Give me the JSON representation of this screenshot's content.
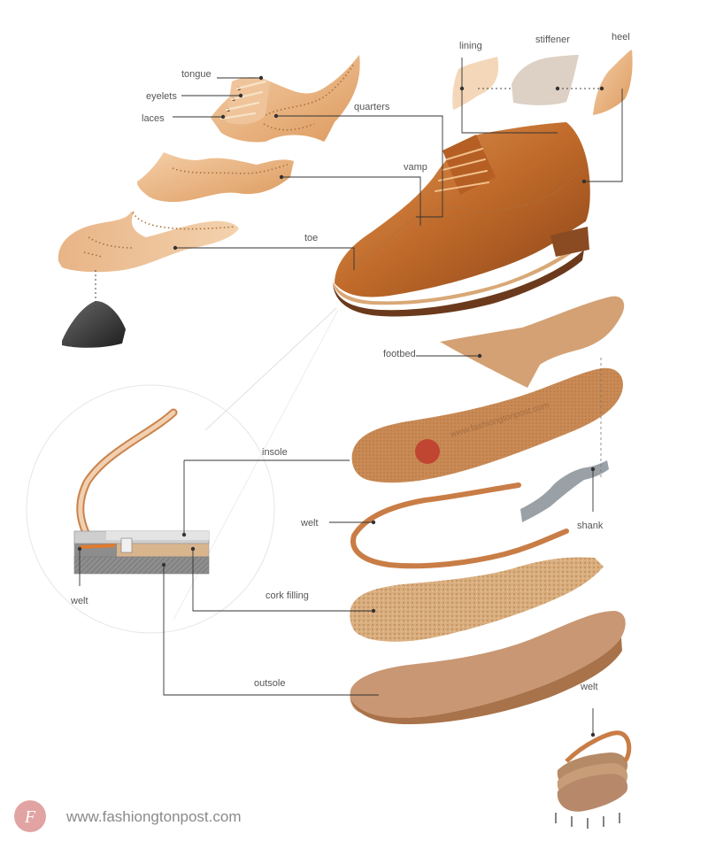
{
  "labels": {
    "tongue": "tongue",
    "eyelets": "eyelets",
    "laces": "laces",
    "quarters": "quarters",
    "lining": "lining",
    "stiffener": "stiffener",
    "heel": "heel",
    "vamp": "vamp",
    "toe": "toe",
    "footbed": "footbed",
    "insole": "insole",
    "welt_main": "welt",
    "welt_section": "welt",
    "welt_stack": "welt",
    "shank": "shank",
    "cork_filling": "cork filling",
    "outsole": "outsole"
  },
  "watermark": "www.fashiongtonpost.com",
  "brand": {
    "logo_letter": "F",
    "website": "www.fashiongtonpost.com"
  },
  "colors": {
    "leather": "#d9935c",
    "tan": "#c8763a",
    "sole": "#c99773",
    "cork": "#d6a978",
    "steel": "#9aa1a6",
    "logo": "#e2a3a3"
  }
}
